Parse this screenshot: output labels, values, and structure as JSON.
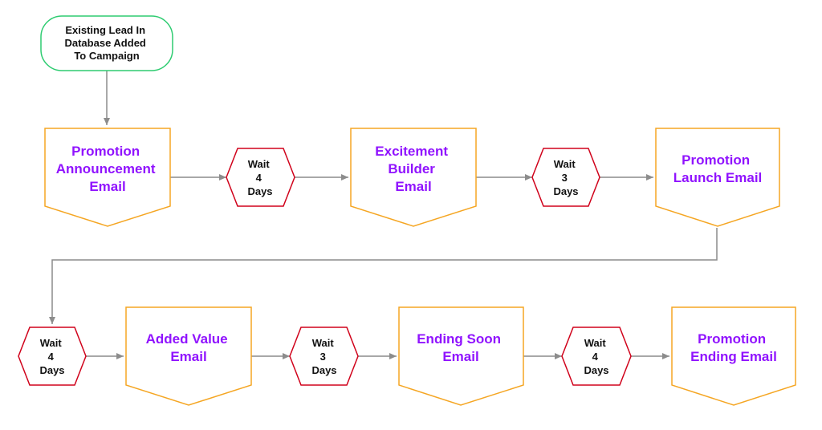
{
  "diagram": {
    "colors": {
      "start_border": "#2ecc71",
      "email_border": "#f5a623",
      "email_text": "#9013fe",
      "wait_border": "#d0021b",
      "wait_text": "#111111",
      "connector": "#8c8c8c"
    },
    "start": {
      "lines": [
        "Existing Lead In",
        "Database Added",
        "To Campaign"
      ]
    },
    "emails": [
      {
        "lines": [
          "Promotion",
          "Announcement",
          "Email"
        ]
      },
      {
        "lines": [
          "Excitement",
          "Builder",
          "Email"
        ]
      },
      {
        "lines": [
          "Promotion",
          "Launch Email"
        ]
      },
      {
        "lines": [
          "Added Value",
          "Email"
        ]
      },
      {
        "lines": [
          "Ending Soon",
          "Email"
        ]
      },
      {
        "lines": [
          "Promotion",
          "Ending Email"
        ]
      }
    ],
    "waits": [
      {
        "lines": [
          "Wait",
          "4",
          "Days"
        ]
      },
      {
        "lines": [
          "Wait",
          "3",
          "Days"
        ]
      },
      {
        "lines": [
          "Wait",
          "4",
          "Days"
        ]
      },
      {
        "lines": [
          "Wait",
          "3",
          "Days"
        ]
      },
      {
        "lines": [
          "Wait",
          "4",
          "Days"
        ]
      }
    ]
  }
}
